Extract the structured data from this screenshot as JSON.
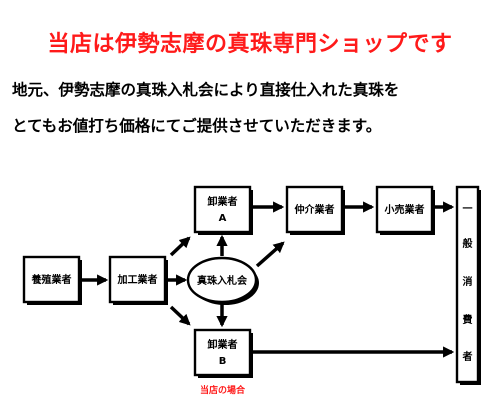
{
  "header": {
    "title": "当店は伊勢志摩の真珠専門ショップです",
    "title_color": "#ff1a1a"
  },
  "intro": {
    "line1": "地元、伊勢志摩の真珠入札会により直接仕入れた真珠を",
    "line2": "とてもお値打ち価格にてご提供させていただきます。"
  },
  "flow": {
    "producer": "養殖業者",
    "processor": "加工業者",
    "auction": "真珠入札会",
    "wholesaler_a": "卸業者",
    "wholesaler_a_tag": "A",
    "wholesaler_b": "卸業者",
    "wholesaler_b_tag": "B",
    "broker": "仲介業者",
    "retailer": "小売業者",
    "consumer": [
      "一",
      "般",
      "消",
      "費",
      "者"
    ],
    "our_case": "当店の場合",
    "our_case_color": "#ff1a1a"
  }
}
